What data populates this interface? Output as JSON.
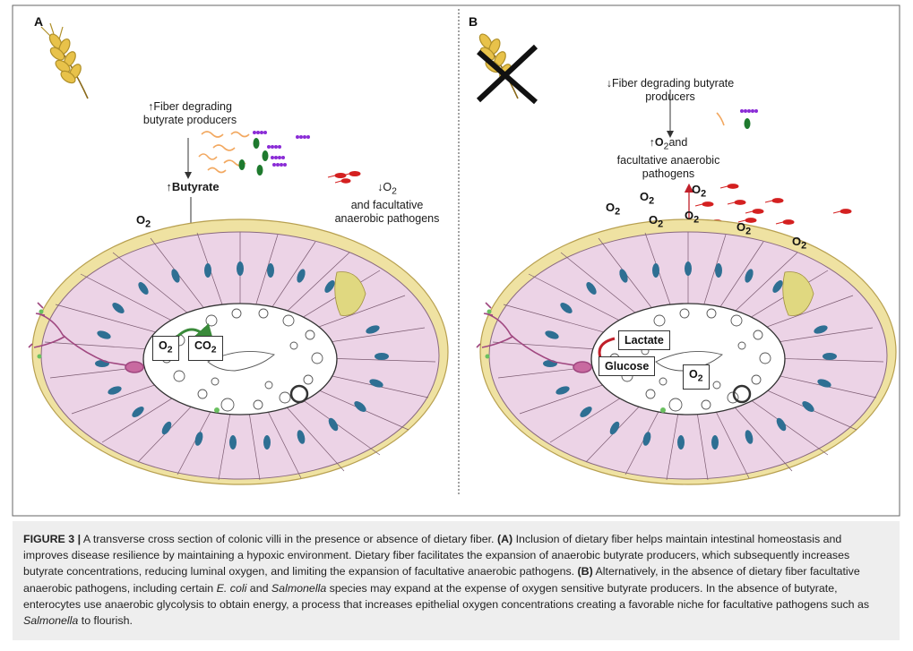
{
  "panel_a": {
    "letter": "A",
    "up_fiber": "Fiber degrading",
    "up_fiber_2": "butyrate producers",
    "butyrate": "Butyrate",
    "down_o2_line1": "O",
    "down_o2_line2": "and facultative",
    "down_o2_line3": "anaerobic pathogens",
    "o2": "O",
    "box_o2": "O",
    "box_co2": "CO"
  },
  "panel_b": {
    "letter": "B",
    "down_fiber": "Fiber degrading butyrate",
    "down_fiber_2": "producers",
    "up_o2_line1": "O",
    "up_o2_suffix": "and",
    "up_o2_line2": "facultative anaerobic",
    "up_o2_line3": "pathogens",
    "o2": "O",
    "lactate": "Lactate",
    "glucose": "Glucose",
    "box_o2": "O"
  },
  "subscript_2": "2",
  "caption": {
    "figure_label": "FIGURE 3 |",
    "intro": " A transverse cross section of colonic villi in the presence or absence of dietary fiber. ",
    "a_label": "(A)",
    "a_text_1": " Inclusion of dietary fiber helps maintain intestinal homeostasis and improves disease resilience by maintaining a hypoxic environment. Dietary fiber facilitates the expansion of anaerobic butyrate producers, which subsequently increases butyrate concentrations, reducing luminal oxygen, and limiting the expansion of facultative anaerobic pathogens. ",
    "b_label": "(B)",
    "b_text_1": " Alternatively, in the absence of dietary fiber facultative anaerobic pathogens, including certain ",
    "ecoli": "E. coli",
    "and": " and ",
    "salmonella": "Salmonella",
    "b_text_2": " species may expand at the expense of oxygen sensitive butyrate producers. In the absence of butyrate, enterocytes use anaerobic glycolysis to obtain energy, a process that increases epithelial oxygen concentrations creating a favorable niche for facultative pathogens such as ",
    "salmonella_2": "Salmonella",
    "b_text_3": " to flourish."
  },
  "colors": {
    "border": "#555555",
    "caption_bg": "#eeeeee",
    "tissue_pink": "#e8c6dc",
    "mucus_yellow": "#efe2a2",
    "nucleus_blue": "#2e6f93",
    "pathogen_red": "#d42020",
    "butyrate_purple": "#8a2bd6",
    "bacteria_green": "#1e7a2e",
    "fiber_orange": "#f2a860"
  }
}
